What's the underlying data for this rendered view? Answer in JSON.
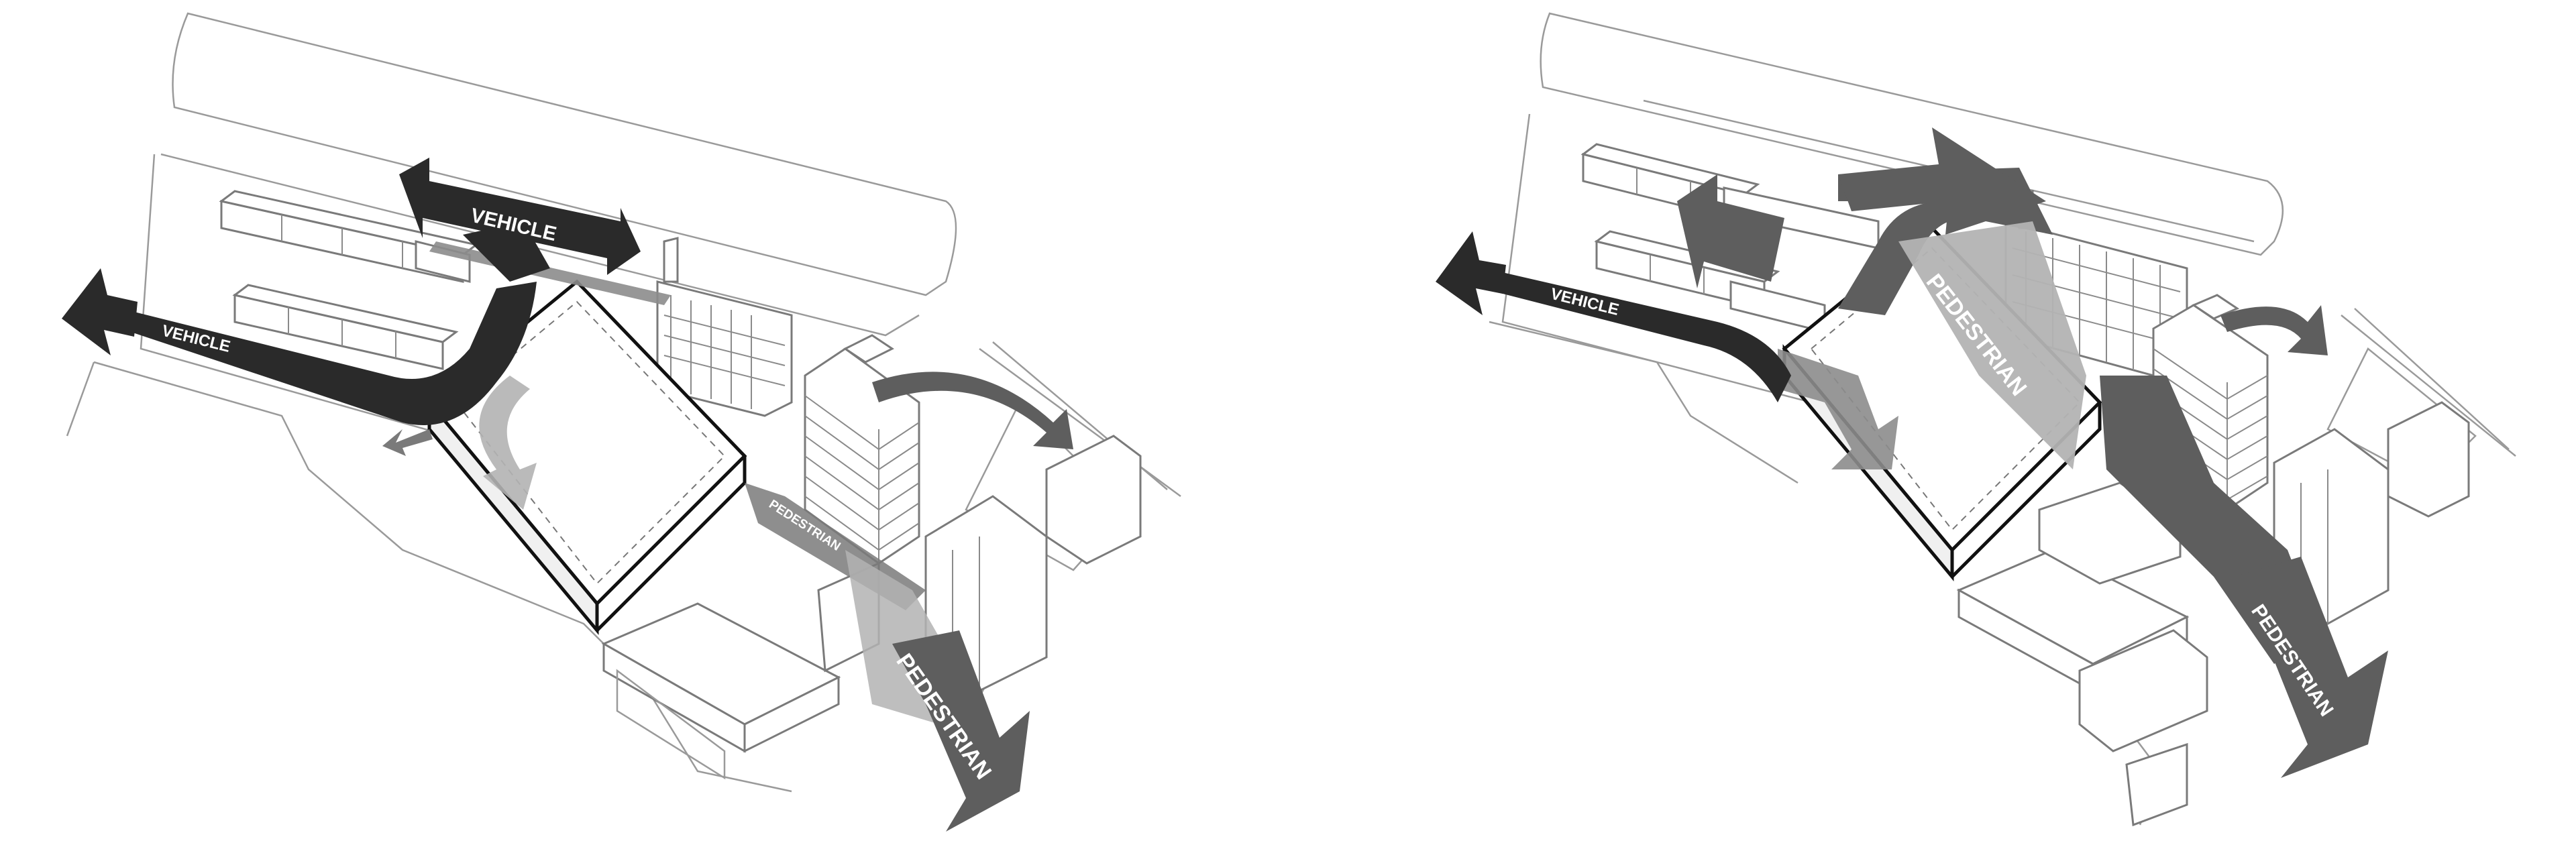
{
  "diagrams": [
    {
      "labels": {
        "vehicle_top": "VEHICLE",
        "vehicle_left": "VEHICLE",
        "pedestrian_small": "PEDESTRIAN",
        "pedestrian_big": "PEDESTRIAN"
      }
    },
    {
      "labels": {
        "vehicle_left": "VEHICLE",
        "pedestrian_center": "PEDESTRIAN",
        "pedestrian_right": "PEDESTRIAN"
      }
    }
  ],
  "colors": {
    "vehicle": "#2a2a2a",
    "pedestrian_dark": "#5e5e5e",
    "pedestrian_mid": "#8c8c8c",
    "pedestrian_light": "#b3b3b3",
    "linework": "#8a8a8a",
    "site_outline": "#111111"
  }
}
